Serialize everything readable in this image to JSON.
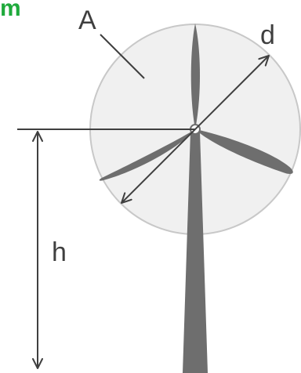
{
  "diagram": {
    "corner_text": "m",
    "labels": {
      "area": "A",
      "diameter": "d",
      "height": "h"
    }
  },
  "colors": {
    "corner_text": "#1faa3c",
    "label_text": "#3f3f3f",
    "rotor_disc_fill": "#f0f0f0",
    "rotor_disc_stroke": "#c8c8c8",
    "turbine": "#6e6e6e",
    "dimension_line": "#3f3f3f"
  }
}
